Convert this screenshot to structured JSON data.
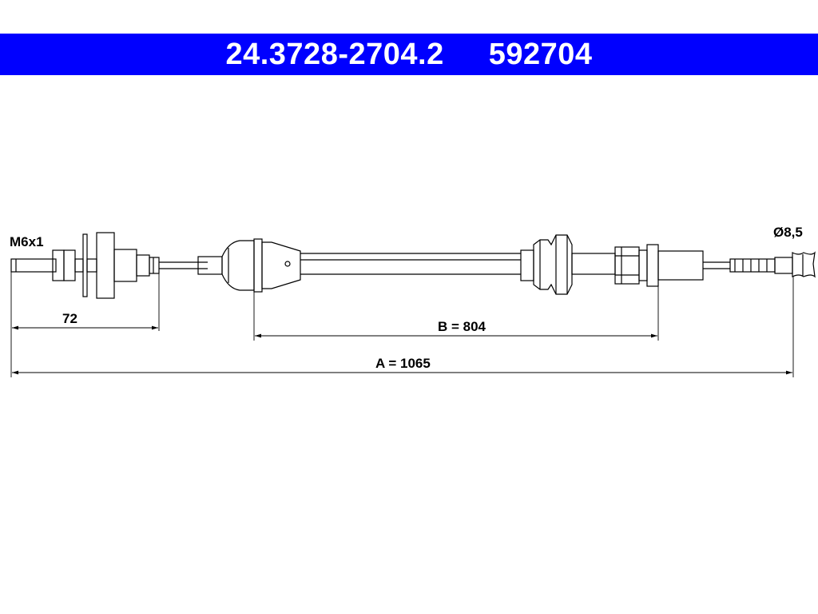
{
  "header": {
    "part_number": "24.3728-2704.2",
    "ref_number": "592704"
  },
  "labels": {
    "thread": "M6x1",
    "diameter": "Ø8,5",
    "dim_72": "72",
    "dim_b": "B = 804",
    "dim_a": "A = 1065"
  },
  "colors": {
    "header_background": "#0000ff",
    "header_text": "#ffffff",
    "line": "#000000"
  }
}
